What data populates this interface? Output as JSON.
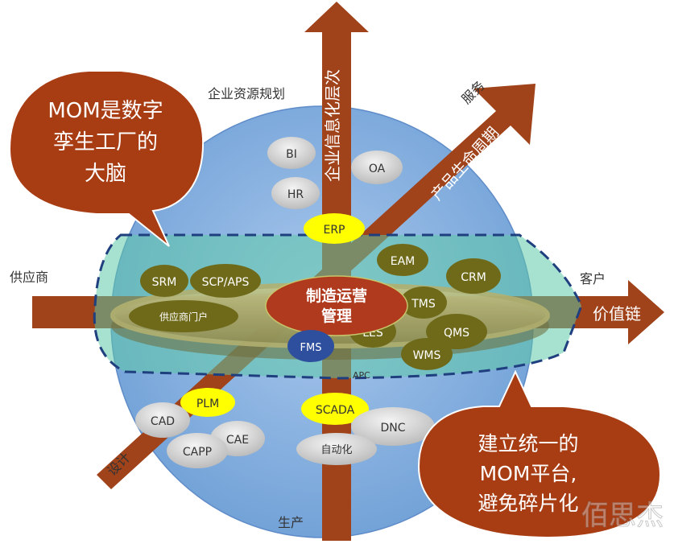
{
  "axis_labels": {
    "erp_top": "企业资源规划",
    "supplier": "供应商",
    "customer": "客户",
    "service": "服务",
    "production": "生产",
    "design": "设计"
  },
  "arrows": {
    "vertical": "企业信息化层次",
    "diagonal": "产品生命周期",
    "horizontal": "价值链"
  },
  "center": {
    "line1": "制造运营",
    "line2": "管理"
  },
  "bubbles": {
    "bi": "BI",
    "oa": "OA",
    "hr": "HR",
    "erp": "ERP",
    "eam": "EAM",
    "crm": "CRM",
    "srm": "SRM",
    "scp_aps": "SCP/APS",
    "supplier_portal": "供应商门户",
    "tms": "TMS",
    "les": "LES",
    "qms": "QMS",
    "wms": "WMS",
    "fms": "FMS",
    "apc": "APC",
    "plm": "PLM",
    "scada": "SCADA",
    "cad": "CAD",
    "cae": "CAE",
    "capp": "CAPP",
    "dnc": "DNC",
    "automation": "自动化"
  },
  "callouts": {
    "left": [
      "MOM是数字",
      "孪生工厂的",
      "大脑"
    ],
    "right": [
      "建立统一的",
      "MOM平台,",
      "避免碎片化"
    ]
  },
  "watermark": "佰思杰",
  "colors": {
    "arrow": "#a0421a",
    "sphere": "#8db4e2",
    "band": "#5ec9a8",
    "bubble_olive": "#6f6a1a",
    "bubble_yellow": "#ffff00",
    "bubble_grey": "#d8d8d8",
    "center_red": "#b03a1e",
    "fms_blue": "#2e4f9e",
    "callout": "#a83d14"
  }
}
